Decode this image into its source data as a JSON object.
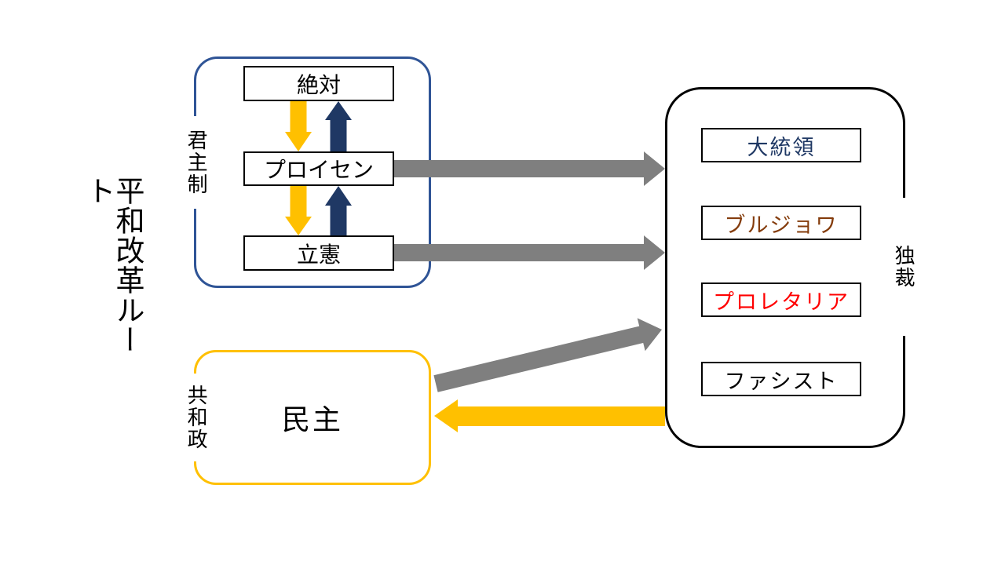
{
  "title": "平和改革ルート",
  "colors": {
    "gold": "#FFC000",
    "navy": "#1F3864",
    "gray": "#7F7F7F",
    "monarchy_border_blue": "#2F5496",
    "republic_border_gold": "#FFC000",
    "dictatorship_border_black": "#000000",
    "red": "#FF0000",
    "brown": "#843C0C"
  },
  "monarchy": {
    "label": "君主制",
    "nodes": [
      {
        "text": "絶対"
      },
      {
        "text": "プロイセン"
      },
      {
        "text": "立憲"
      }
    ]
  },
  "republic": {
    "label": "共和政",
    "node": "民主"
  },
  "dictatorship": {
    "label": "独裁",
    "nodes": [
      {
        "text": "大統領",
        "color": "#1F3864"
      },
      {
        "text": "ブルジョワ",
        "color": "#843C0C"
      },
      {
        "text": "プロレタリア",
        "color": "#FF0000"
      },
      {
        "text": "ファシスト",
        "color": "#000000"
      }
    ]
  },
  "arrows": [
    {
      "name": "prussia-to-dictatorship",
      "color": "#7F7F7F"
    },
    {
      "name": "constitutional-to-dictatorship",
      "color": "#7F7F7F"
    },
    {
      "name": "democracy-to-dictatorship",
      "color": "#7F7F7F"
    },
    {
      "name": "dictatorship-to-democracy",
      "color": "#FFC000"
    },
    {
      "name": "absolute-to-prussia-down",
      "color": "#FFC000"
    },
    {
      "name": "prussia-to-absolute-up",
      "color": "#1F3864"
    },
    {
      "name": "prussia-to-constitutional-down",
      "color": "#FFC000"
    },
    {
      "name": "constitutional-to-prussia-up",
      "color": "#1F3864"
    }
  ]
}
